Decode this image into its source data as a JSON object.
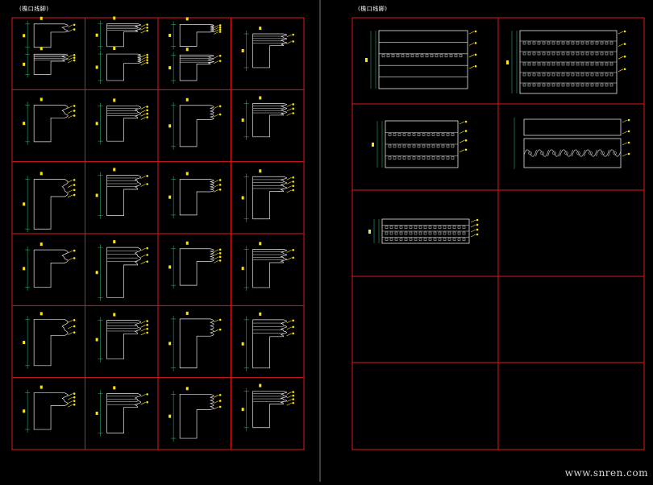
{
  "colors": {
    "background": "#000000",
    "grid_line": "#e0161b",
    "drawing_line": "#e6e6e6",
    "dimension_line": "#2aa86a",
    "annotation": "#ffe600",
    "sheet_divider": "#9a9a9a"
  },
  "sheets": [
    {
      "title": "(檐口线脚)",
      "rows": 6,
      "cols": 4
    },
    {
      "title": "(檐口线脚)",
      "rows": 5,
      "cols": 2
    }
  ],
  "watermark": "www.snren.com"
}
